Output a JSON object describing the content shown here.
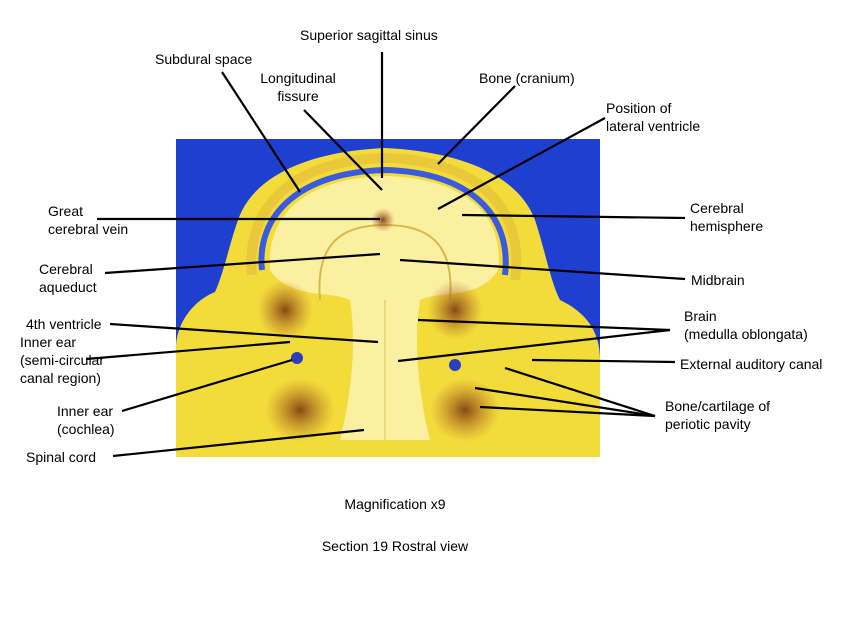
{
  "labels": {
    "superior_sagittal_sinus": "Superior sagittal sinus",
    "subdural_space": "Subdural space",
    "longitudinal_fissure": "Longitudinal\nfissure",
    "bone_cranium": "Bone (cranium)",
    "position_lateral_ventricle": "Position of\nlateral ventricle",
    "great_cerebral_vein": "Great\ncerebral vein",
    "cerebral_hemisphere": "Cerebral\nhemisphere",
    "cerebral_aqueduct": "Cerebral\naqueduct",
    "midbrain": "Midbrain",
    "fourth_ventricle": "4th ventricle",
    "brain_medulla": "Brain\n(medulla oblongata)",
    "inner_ear_semicircular": "Inner ear\n(semi-circular\ncanal region)",
    "external_auditory_canal": "External auditory canal",
    "inner_ear_cochlea": "Inner ear\n(cochlea)",
    "bone_cartilage_periotic": "Bone/cartilage of\nperiotic pavity",
    "spinal_cord": "Spinal cord"
  },
  "captions": {
    "magnification": "Magnification x9",
    "section": "Section 19 Rostral view"
  },
  "colors": {
    "background_blue": "#1f3fd0",
    "tissue_yellow": "#f5e04a",
    "brain_pale": "#fbf1a0",
    "leader_line": "#000000"
  }
}
